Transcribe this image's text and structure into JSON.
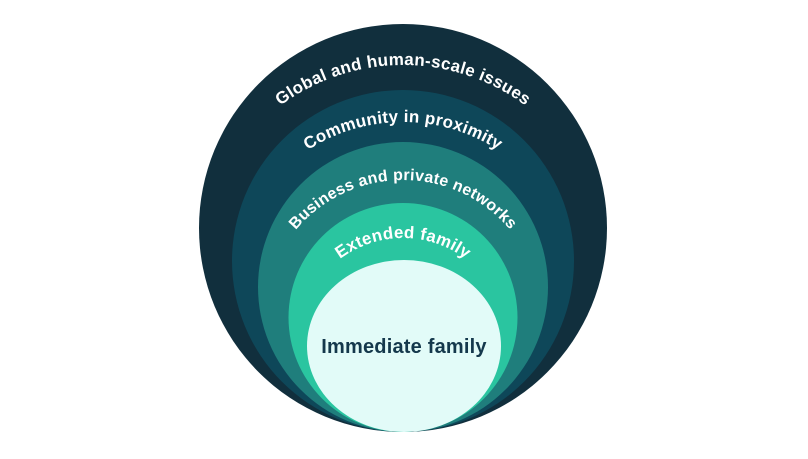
{
  "diagram": {
    "type": "nested-circles",
    "background_color": "#ffffff",
    "rings": [
      {
        "label": "Global and human-scale issues",
        "color": "#112f3d",
        "text_color": "#ffffff"
      },
      {
        "label": "Community in proximity",
        "color": "#0e4759",
        "text_color": "#ffffff"
      },
      {
        "label": "Business and private networks",
        "color": "#1f7e7c",
        "text_color": "#ffffff"
      },
      {
        "label": "Extended family",
        "color": "#2ac5a0",
        "text_color": "#ffffff"
      },
      {
        "label": "Immediate family",
        "color": "#e2fbf8",
        "text_color": "#14384c"
      }
    ]
  }
}
